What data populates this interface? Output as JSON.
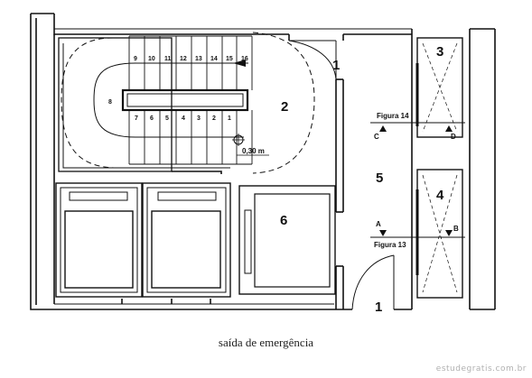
{
  "rooms": {
    "r1_top": "1",
    "r2": "2",
    "r3": "3",
    "r4": "4",
    "r5": "5",
    "r6": "6",
    "r1_bottom": "1"
  },
  "steps": {
    "top": [
      "9",
      "10",
      "11",
      "12",
      "13",
      "14",
      "15",
      "16"
    ],
    "bottom": [
      "7",
      "6",
      "5",
      "4",
      "3",
      "2",
      "1"
    ],
    "landing": "8"
  },
  "dimension": "0,30 m",
  "figures": {
    "fig14": "Figura 14",
    "fig13": "Figura 13"
  },
  "section_marks": {
    "a": "A",
    "b": "B",
    "c": "C",
    "d": "D"
  },
  "caption": "saída de emergência",
  "credit": "estudegratis.com.br"
}
